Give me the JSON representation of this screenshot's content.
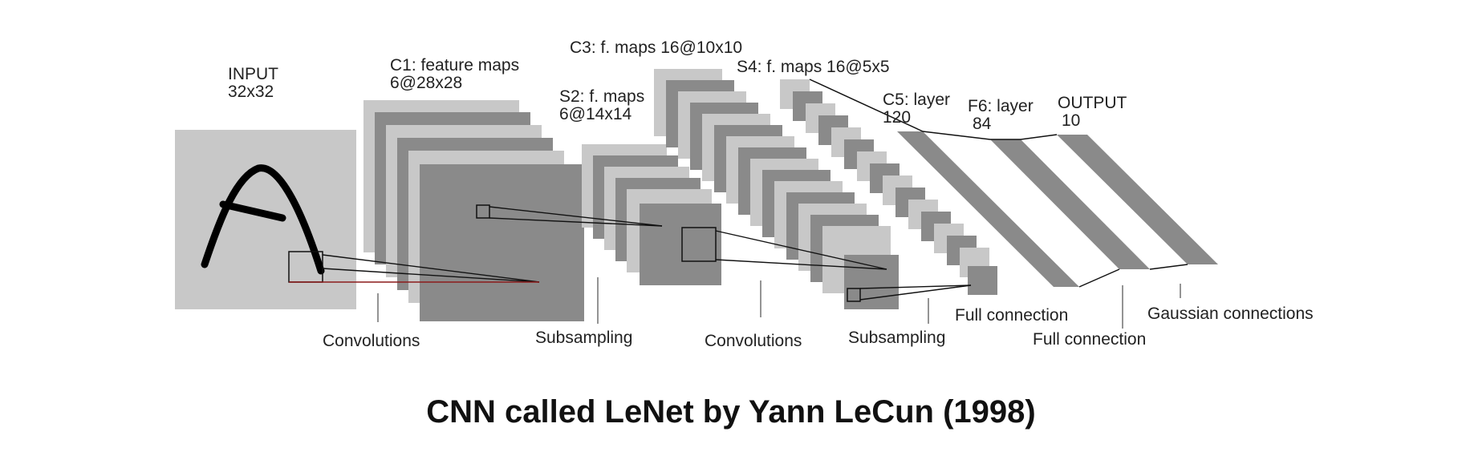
{
  "title": "CNN called LeNet by Yann LeCun (1998)",
  "layers": {
    "input": {
      "name": "INPUT",
      "size": "32x32"
    },
    "c1": {
      "name": "C1: feature maps",
      "size": "6@28x28"
    },
    "s2": {
      "name": "S2: f. maps",
      "size": "6@14x14"
    },
    "c3": {
      "name": "C3: f. maps 16@10x10"
    },
    "s4": {
      "name": "S4: f. maps 16@5x5"
    },
    "c5": {
      "name": "C5: layer",
      "size": "120"
    },
    "f6": {
      "name": "F6: layer",
      "size": "84"
    },
    "output": {
      "name": "OUTPUT",
      "size": "10"
    }
  },
  "operations": {
    "conv1": "Convolutions",
    "sub1": "Subsampling",
    "conv2": "Convolutions",
    "sub2": "Subsampling",
    "full1": "Full connection",
    "full2": "Full connection",
    "gauss": "Gaussian connections"
  },
  "colors": {
    "light_gray": "#c8c8c8",
    "dark_gray": "#8a8a8a",
    "stroke": "#111111",
    "accent_line": "#8b1a1a"
  }
}
